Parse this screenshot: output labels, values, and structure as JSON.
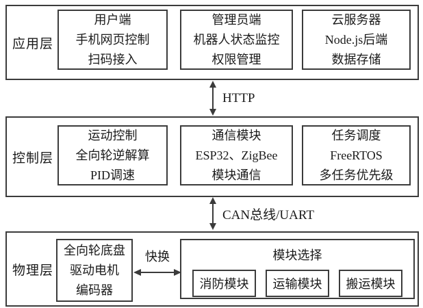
{
  "diagram": {
    "colors": {
      "border": "#3b3b3b",
      "text": "#1a1a1a",
      "background": "#ffffff"
    },
    "layers": [
      {
        "label": "应用层",
        "boxes": [
          {
            "lines": [
              "用户端",
              "手机网页控制",
              "扫码接入"
            ]
          },
          {
            "lines": [
              "管理员端",
              "机器人状态监控",
              "权限管理"
            ]
          },
          {
            "lines": [
              "云服务器",
              "Node.js后端",
              "数据存储"
            ]
          }
        ]
      },
      {
        "label": "控制层",
        "boxes": [
          {
            "lines": [
              "运动控制",
              "全向轮逆解算",
              "PID调速"
            ]
          },
          {
            "lines": [
              "通信模块",
              "ESP32、ZigBee",
              "模块通信"
            ]
          },
          {
            "lines": [
              "任务调度",
              "FreeRTOS",
              "多任务优先级"
            ]
          }
        ]
      },
      {
        "label": "物理层",
        "chassis_box": {
          "lines": [
            "全向轮底盘",
            "驱动电机",
            "编码器"
          ]
        },
        "quick_swap_label": "快换",
        "module_select": {
          "title": "模块选择",
          "modules": [
            "消防模块",
            "运输模块",
            "搬运模块"
          ]
        }
      }
    ],
    "connectors": [
      {
        "label": "HTTP"
      },
      {
        "label": "CAN总线/UART"
      }
    ]
  }
}
